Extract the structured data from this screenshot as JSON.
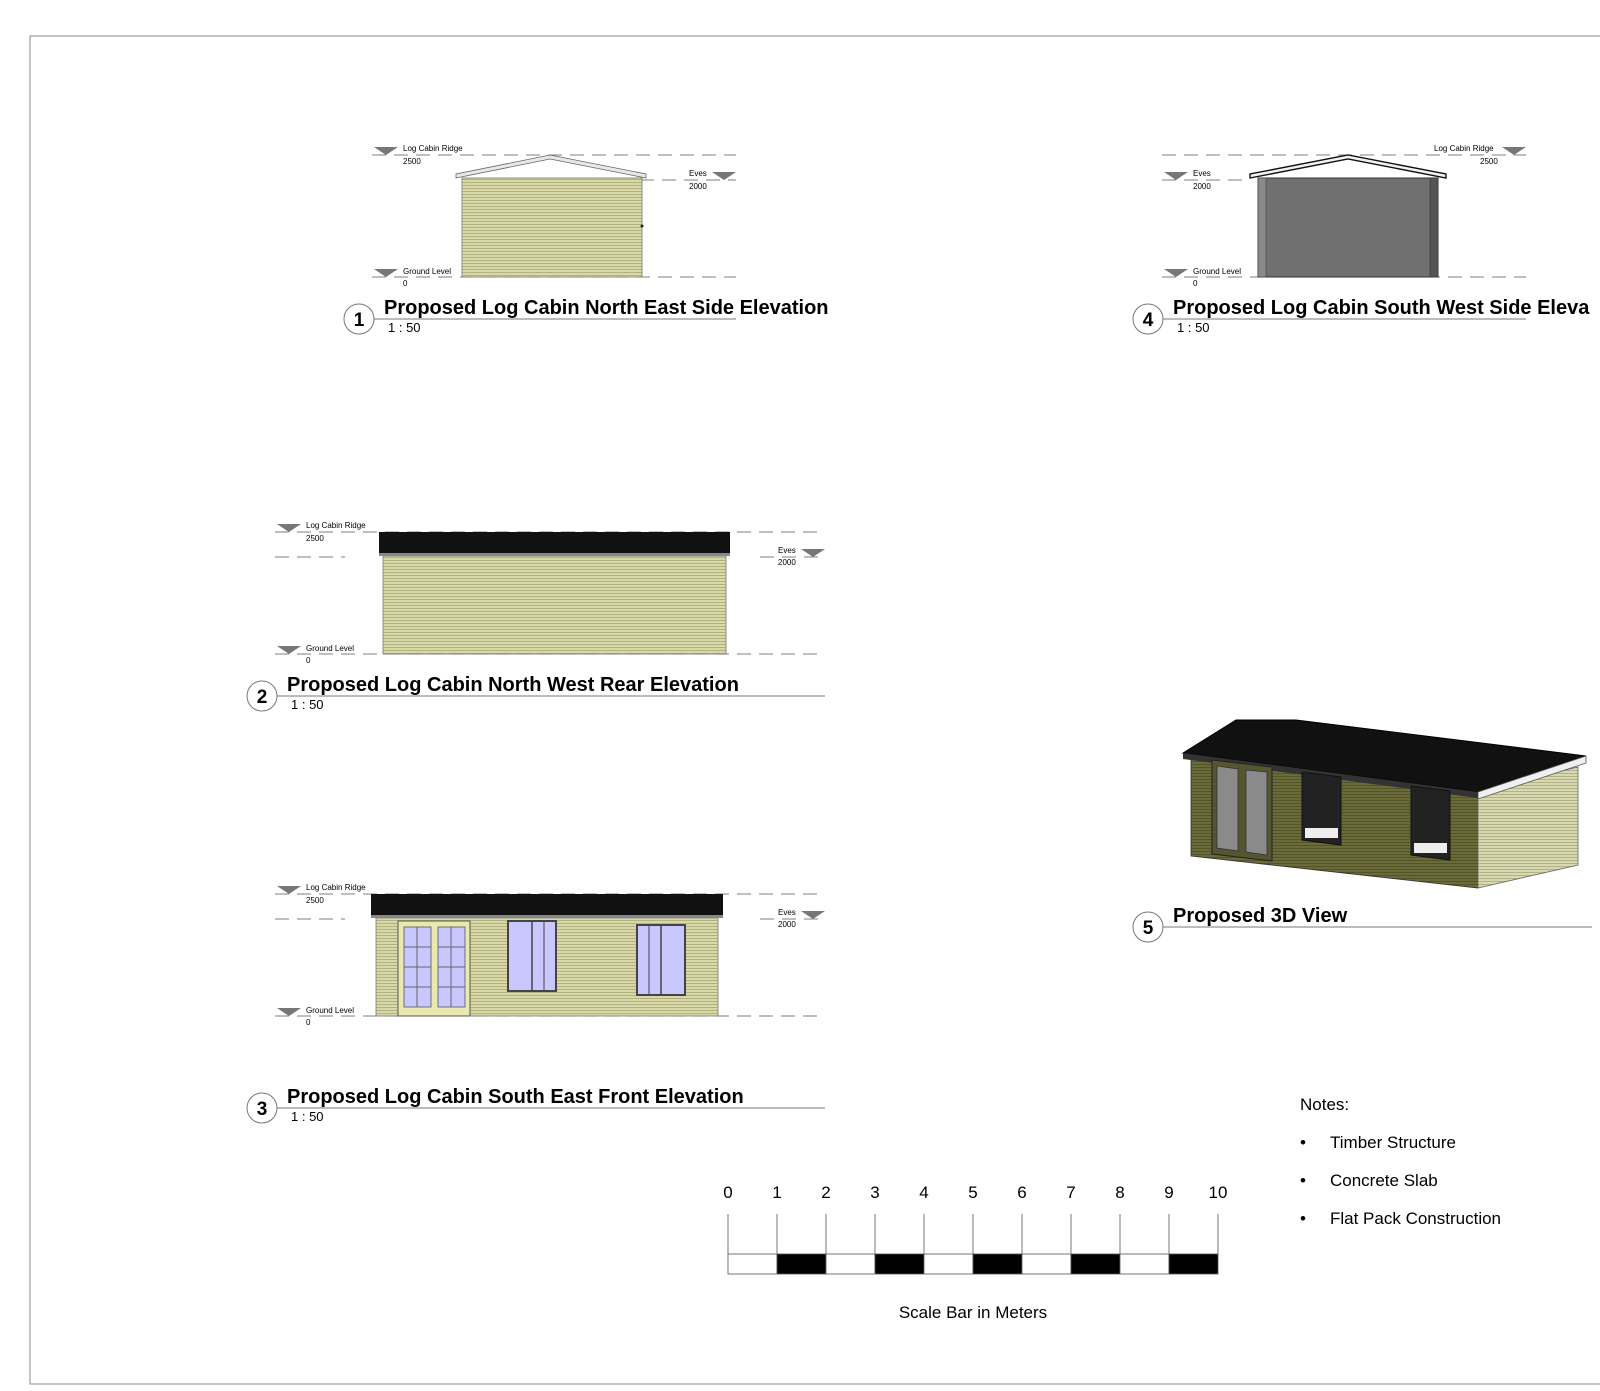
{
  "views": [
    {
      "number": "1",
      "title": "Proposed Log Cabin North East Side Elevation",
      "scale": "1 : 50"
    },
    {
      "number": "2",
      "title": "Proposed Log Cabin North West Rear Elevation",
      "scale": "1 : 50"
    },
    {
      "number": "3",
      "title": "Proposed Log Cabin South East Front Elevation",
      "scale": "1 : 50"
    },
    {
      "number": "4",
      "title": "Proposed Log Cabin South West Side Eleva",
      "scale": "1 : 50"
    },
    {
      "number": "5",
      "title": "Proposed 3D View"
    }
  ],
  "levels": {
    "ridge": {
      "label": "Log Cabin Ridge",
      "value": "2500"
    },
    "eves": {
      "label": "Eves",
      "value": "2000"
    },
    "ground": {
      "label": "Ground Level",
      "value": "0"
    }
  },
  "scale_bar": {
    "ticks": [
      "0",
      "1",
      "2",
      "3",
      "4",
      "5",
      "6",
      "7",
      "8",
      "9",
      "10"
    ],
    "caption": "Scale Bar in Meters"
  },
  "notes": {
    "heading": "Notes:",
    "bullet": "•",
    "items": [
      "Timber Structure",
      "Concrete Slab",
      "Flat Pack Construction"
    ]
  },
  "colors": {
    "cladding": "#d9d9a8",
    "cladding_line": "#a8a878",
    "dark_wall": "#707070",
    "roof": "#111111",
    "glass": "#c8c8ff",
    "cabin_3d": "#6b6b3a"
  }
}
